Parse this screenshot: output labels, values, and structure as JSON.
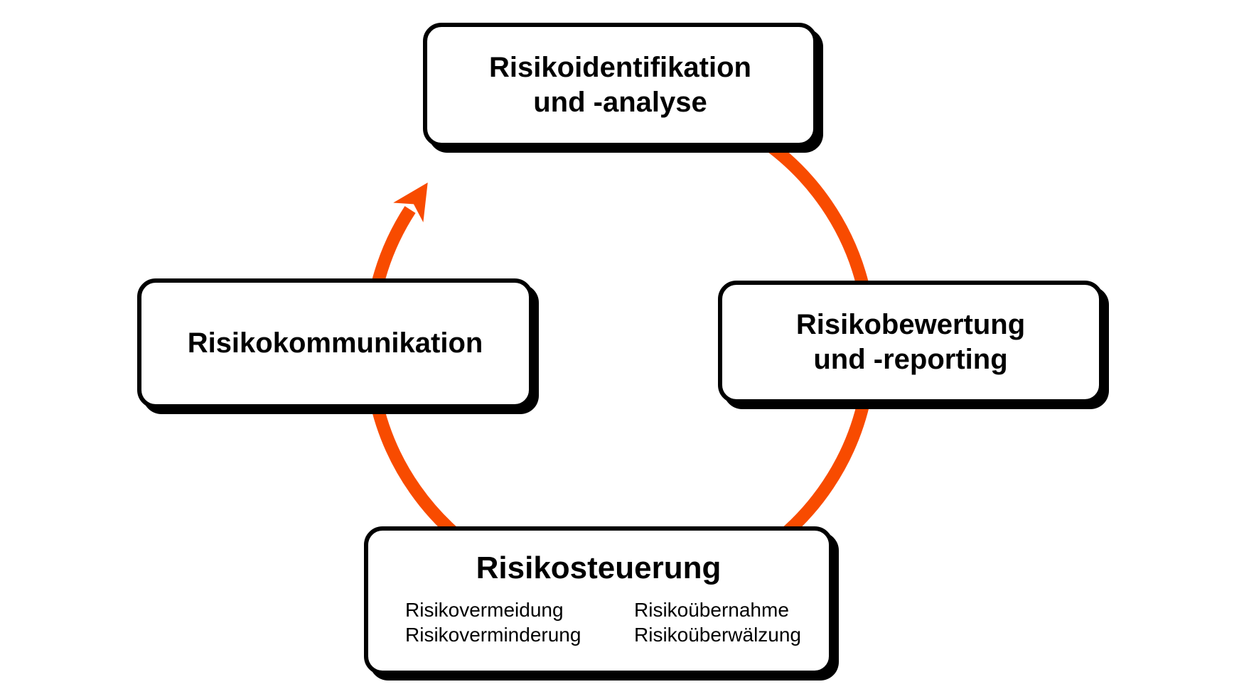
{
  "diagram": {
    "type": "cycle",
    "direction": "clockwise",
    "colors": {
      "arrow": "#F84B00",
      "border": "#000000",
      "background": "#FFFFFF",
      "text": "#000000"
    },
    "nodes": {
      "identifikation": {
        "line1": "Risikoidentifikation",
        "line2": "und -analyse"
      },
      "bewertung": {
        "line1": "Risikobewertung",
        "line2": "und -reporting"
      },
      "steuerung": {
        "title": "Risikosteuerung",
        "items_left": [
          "Risikovermeidung",
          "Risikoverminderung"
        ],
        "items_right": [
          "Risikoübernahme",
          "Risikoüberwälzung"
        ]
      },
      "kommunikation": {
        "label": "Risikokommunikation"
      }
    }
  }
}
